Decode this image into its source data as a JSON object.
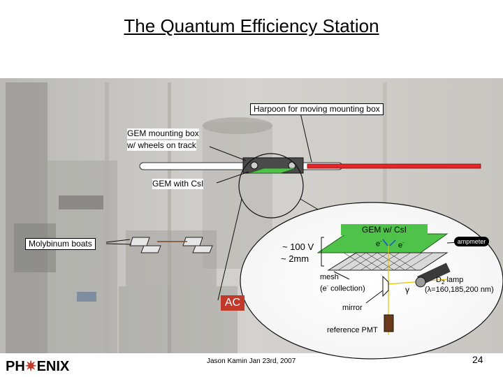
{
  "title": "The Quantum Efficiency Station",
  "labels": {
    "harpoon": "Harpoon for moving mounting box",
    "gem_box_line1": "GEM mounting box",
    "gem_box_line2": "w/ wheels on track",
    "gem_with_csi": "GEM with CsI",
    "molybdenum_boats": "Molybinum boats",
    "gem_w_csi": "GEM w/ CsI",
    "e1": "e",
    "e2": "e",
    "voltage_line1": "~ 100 V",
    "voltage_line2": "~ 2mm",
    "ampmeter": "ampmeter",
    "mesh_line1": "mesh",
    "mesh_line2": "(e",
    "mesh_line2b": " collection)",
    "d2_line1": "D",
    "d2_sub": "2",
    "d2_line1b": " lamp",
    "d2_line2": "(λ=160,185,200 nm)",
    "gamma": "γ",
    "mirror": "mirror",
    "reference_pmt": "reference PMT",
    "ac": "AC"
  },
  "footer": {
    "author": "Jason Kamin Jan 23rd, 2007",
    "page": "24",
    "logo_a": "PH",
    "logo_b": "ENIX"
  },
  "colors": {
    "harpoon_rod": "#e8262a",
    "gem_green": "#4fc24a",
    "ac_box": "#c0392b",
    "photo_tint": "#c9c7c2"
  }
}
